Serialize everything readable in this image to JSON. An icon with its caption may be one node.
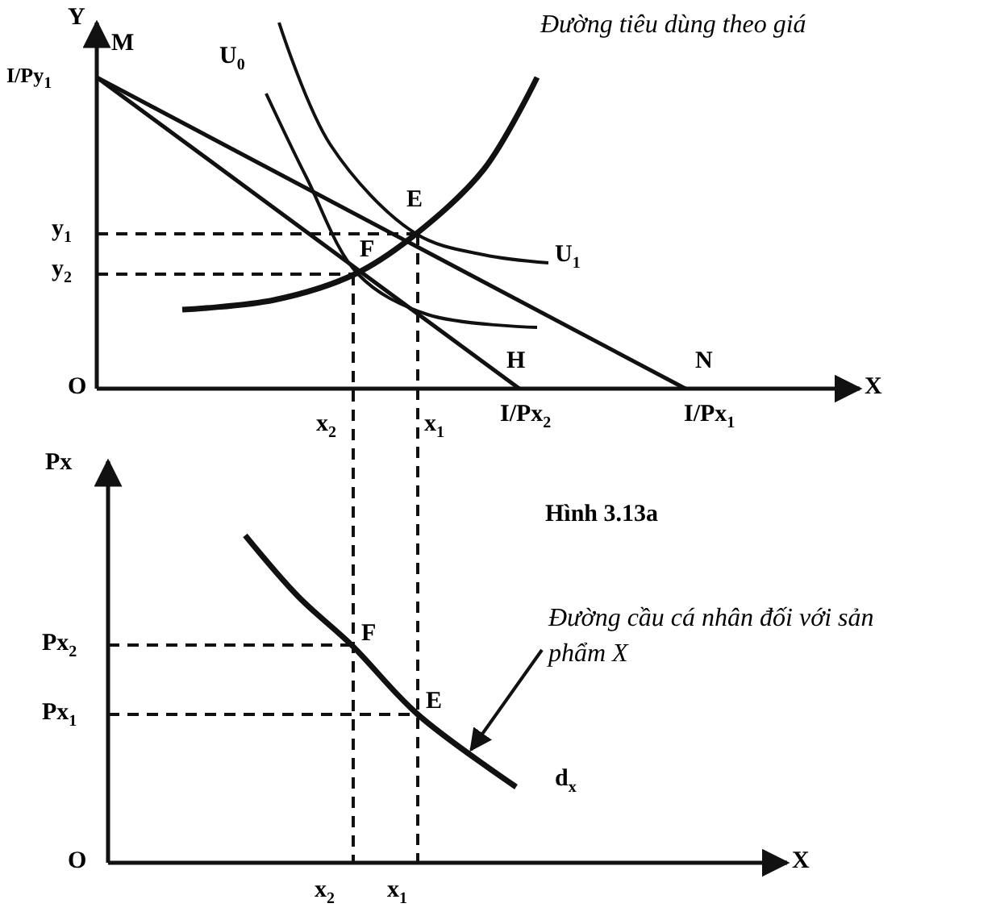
{
  "diagram": {
    "caption": "Hình 3.13a",
    "nodes": [
      {
        "text": [
          "Đường cầu cá nhân đối với sản phẩm X"
        ]
      },
      {
        "text": [],
        "shape": "curve"
      }
    ],
    "edges": [
      {
        "from": 0,
        "to": 1,
        "arrow": "to"
      }
    ],
    "labels": [
      "Y",
      "M",
      "U$_{0}$",
      "Đường tiêu dùng theo giá",
      "I/Py$_{1}$",
      "E",
      "y$_{1}$",
      "F",
      "U$_{1}$",
      "y$_{2}$",
      "H",
      "N",
      "O",
      "X",
      "x$_{2}$",
      "x$_{1}$",
      "I/Px$_{2}$",
      "I/Px$_{1}$",
      "Px",
      "Px$_{2}$",
      "F",
      "Px$_{1}$",
      "E",
      "d$_{x}$",
      "O",
      "X",
      "x$_{2}$",
      "x$_{1}$"
    ]
  }
}
